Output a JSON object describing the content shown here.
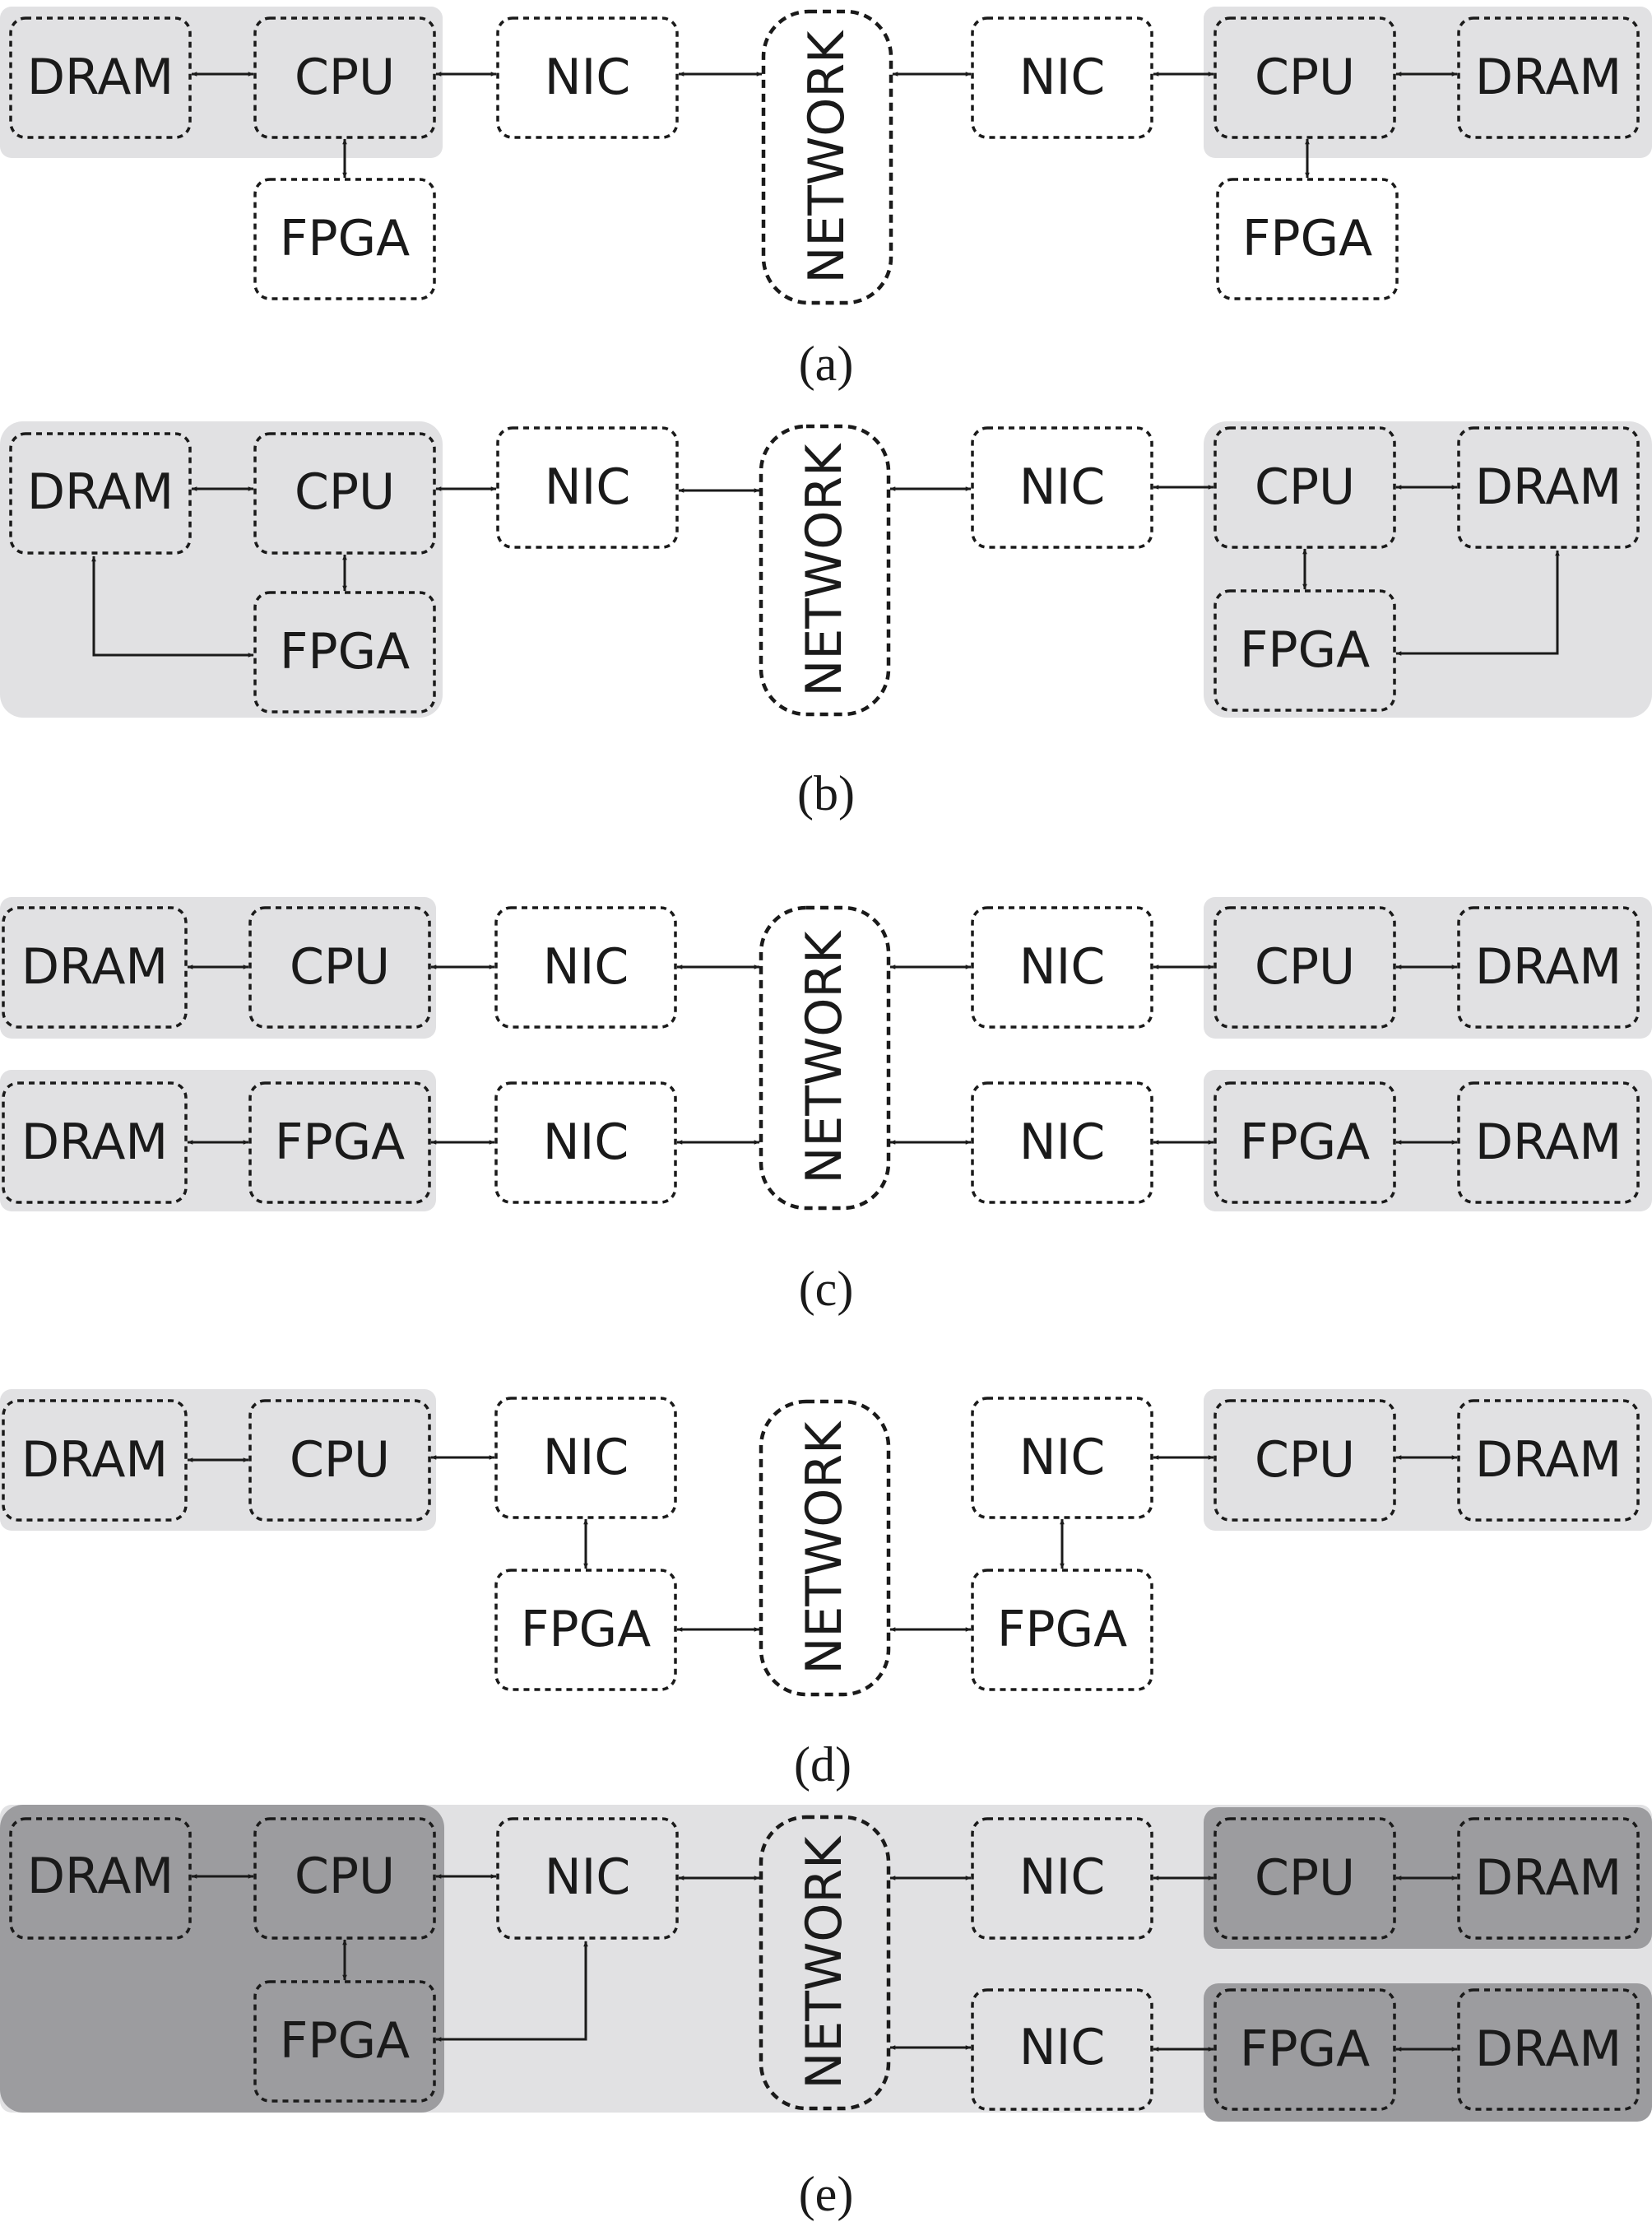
{
  "labels": {
    "dram": "DRAM",
    "cpu": "CPU",
    "nic": "NIC",
    "fpga": "FPGA",
    "network": "NETWORK"
  },
  "captions": {
    "a": "(a)",
    "b": "(b)",
    "c": "(c)",
    "d": "(d)",
    "e": "(e)"
  },
  "colors": {
    "host_shade": "#e1e1e3",
    "dark_shade": "#9c9c9f",
    "stroke": "#1a1a1a"
  }
}
